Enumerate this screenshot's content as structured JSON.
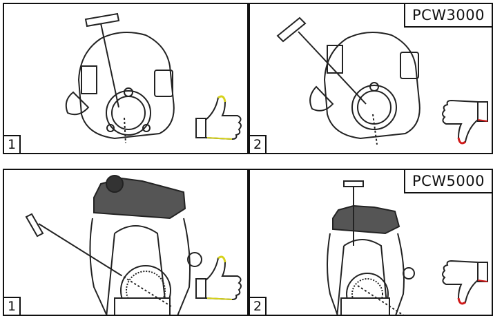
{
  "top_row": {
    "model_label": "PCW3000",
    "panel_1_number": "1",
    "panel_2_number": "2"
  },
  "bottom_row": {
    "model_label": "PCW5000",
    "panel_1_number": "1",
    "panel_2_number": "2"
  },
  "colors": {
    "outline": "#111111",
    "thumb_up_accent": "#d6d21a",
    "thumb_down_accent": "#d11a1a"
  },
  "icons": [
    "engine-illustration",
    "thumbs-up-icon",
    "thumbs-down-icon",
    "pull-start-handle"
  ]
}
